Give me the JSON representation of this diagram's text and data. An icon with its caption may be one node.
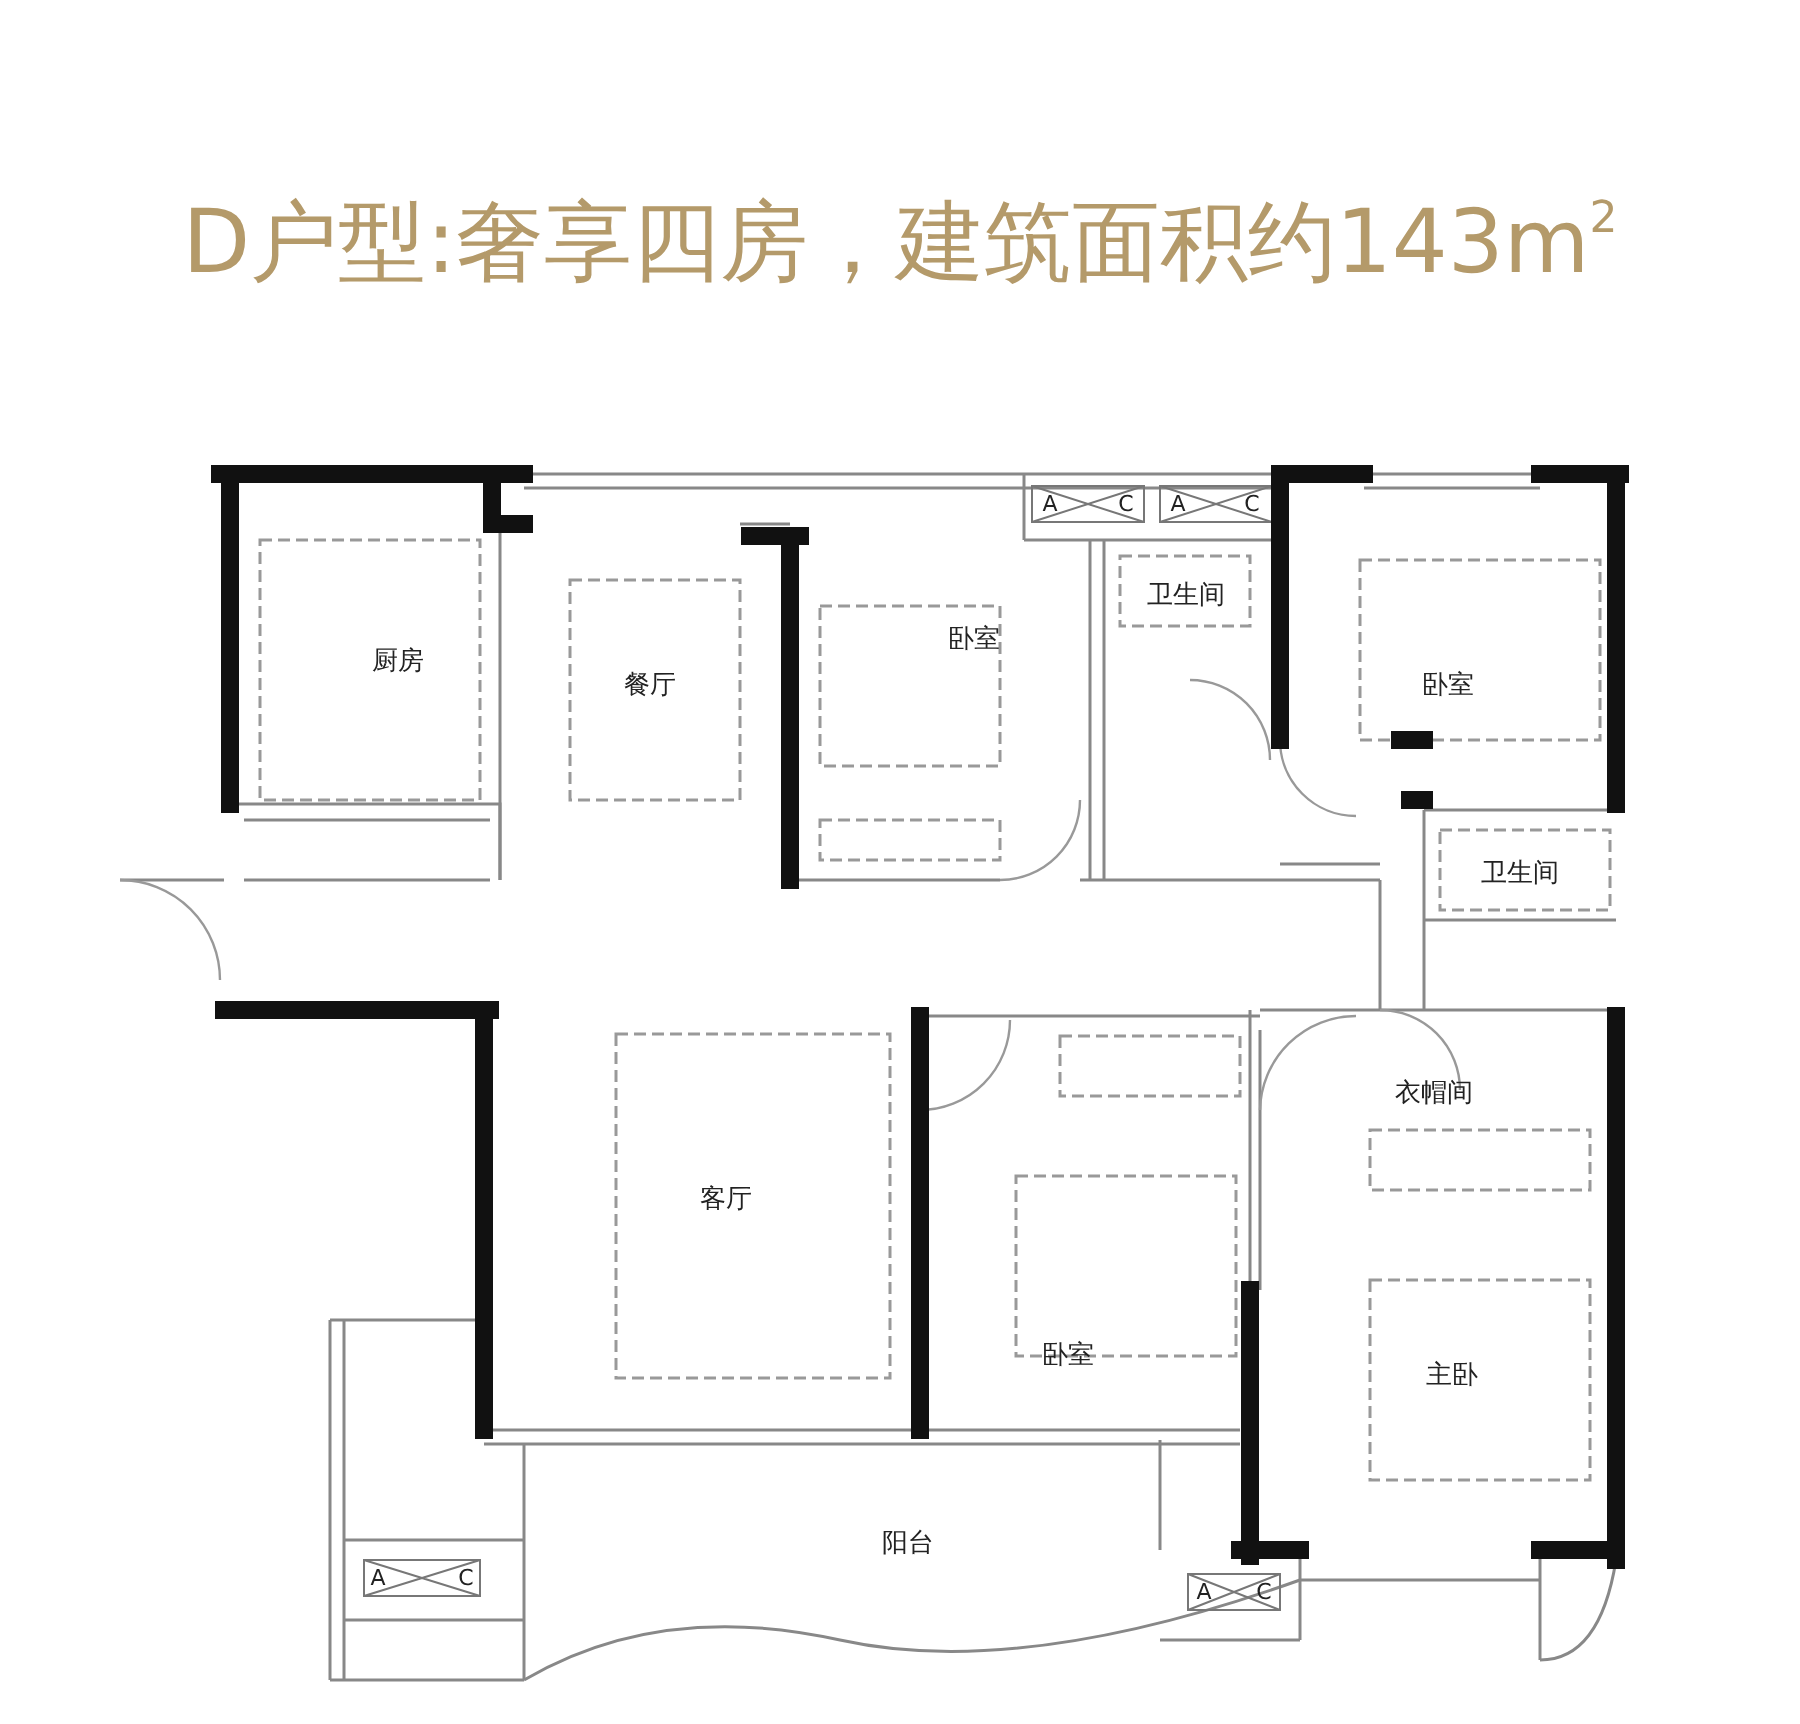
{
  "diagram": {
    "title": "D户型:奢享四房，建筑面积约143m$^{2}$",
    "labels": [
      "A",
      "C",
      "A",
      "C",
      "厨房",
      "餐厅",
      "卧室",
      "卫生间",
      "卧室",
      "卫生间",
      "客厅",
      "衣帽间",
      "卧室",
      "主卧",
      "阳台",
      "A",
      "C",
      "A",
      "C"
    ]
  }
}
